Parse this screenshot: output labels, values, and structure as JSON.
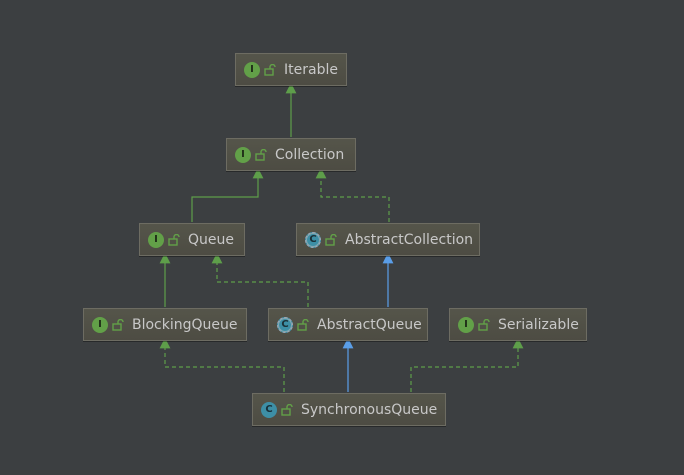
{
  "nodes": [
    {
      "id": "iterable",
      "label": "Iterable",
      "kind": "interface",
      "badge": "I"
    },
    {
      "id": "collection",
      "label": "Collection",
      "kind": "interface",
      "badge": "I"
    },
    {
      "id": "queue",
      "label": "Queue",
      "kind": "interface",
      "badge": "I"
    },
    {
      "id": "abstractcollection",
      "label": "AbstractCollection",
      "kind": "abstract-class",
      "badge": "C"
    },
    {
      "id": "blockingqueue",
      "label": "BlockingQueue",
      "kind": "interface",
      "badge": "I"
    },
    {
      "id": "abstractqueue",
      "label": "AbstractQueue",
      "kind": "abstract-class",
      "badge": "C"
    },
    {
      "id": "serializable",
      "label": "Serializable",
      "kind": "interface",
      "badge": "I"
    },
    {
      "id": "synchronousqueue",
      "label": "SynchronousQueue",
      "kind": "class",
      "badge": "C"
    }
  ],
  "edges": [
    {
      "from": "collection",
      "to": "iterable",
      "type": "extends-interface"
    },
    {
      "from": "queue",
      "to": "collection",
      "type": "extends-interface"
    },
    {
      "from": "abstractcollection",
      "to": "collection",
      "type": "implements"
    },
    {
      "from": "blockingqueue",
      "to": "queue",
      "type": "extends-interface"
    },
    {
      "from": "abstractqueue",
      "to": "queue",
      "type": "implements"
    },
    {
      "from": "abstractqueue",
      "to": "abstractcollection",
      "type": "extends-class"
    },
    {
      "from": "synchronousqueue",
      "to": "blockingqueue",
      "type": "implements"
    },
    {
      "from": "synchronousqueue",
      "to": "abstractqueue",
      "type": "extends-class"
    },
    {
      "from": "synchronousqueue",
      "to": "serializable",
      "type": "implements"
    }
  ],
  "colors": {
    "background": "#3c3f41",
    "interface_edge": "#5e9e4a",
    "class_edge": "#5a9ee8",
    "node_fill": "#4f4e45",
    "node_border": "#6d6c62",
    "text": "#c8c8c8"
  },
  "icons": {
    "interface": "interface-icon",
    "abstract-class": "abstract-class-icon",
    "class": "class-icon",
    "visibility": "public-lock-icon"
  }
}
